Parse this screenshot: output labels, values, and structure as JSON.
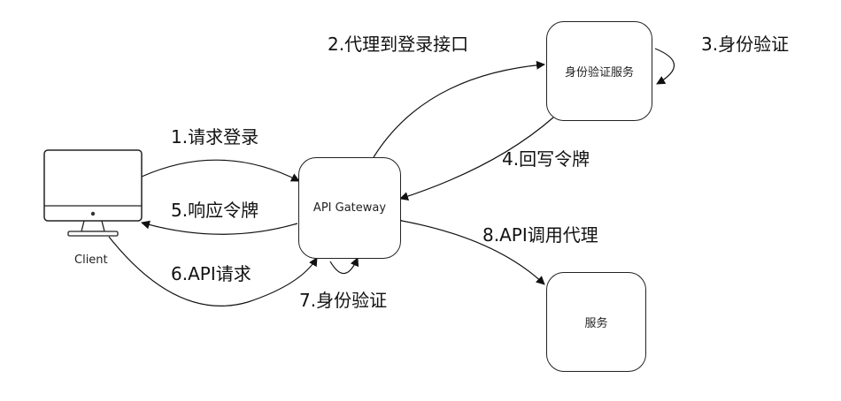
{
  "nodes": {
    "gateway": "API Gateway",
    "auth_service": "身份验证服务",
    "service": "服务",
    "client": "Client"
  },
  "steps": {
    "s1": "1.请求登录",
    "s2": "2.代理到登录接口",
    "s3": "3.身份验证",
    "s4": "4.回写令牌",
    "s5": "5.响应令牌",
    "s6": "6.API请求",
    "s7": "7.身份验证",
    "s8": "8.API调用代理"
  }
}
